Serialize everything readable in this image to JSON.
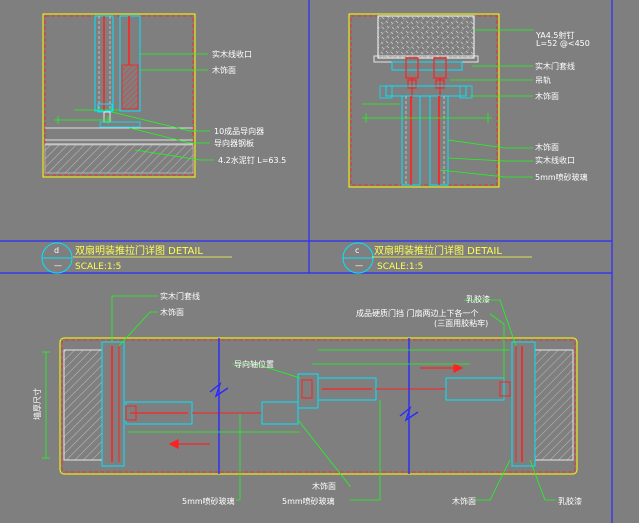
{
  "colors": {
    "background": "#7f7f7f",
    "frame_blue": "#2a2aff",
    "title_yellow": "#ffff4d",
    "border_yellow": "#ffff00",
    "border_red": "#ff2020",
    "cyan": "#00e5ff",
    "green": "#19ff19",
    "red": "#ff0000",
    "white": "#ffffff"
  },
  "detail_d": {
    "marker": "d",
    "title": "双扇明装推拉门详图  DETAIL",
    "scale": "SCALE:1:5",
    "labels": {
      "trim": "实木线收口",
      "frame": "木饰面",
      "guide": "10成品导向器",
      "plate": "导向器钢板",
      "nail": "4.2水泥钉  L=63.5"
    }
  },
  "detail_c": {
    "marker": "c",
    "title": "双扇明装推拉门详图  DETAIL",
    "scale": "SCALE:1:5",
    "labels": {
      "bolt": "YA4.5射钉",
      "spacing": "L=52 @<450",
      "jamb": "实木门套线",
      "rail": "吊轨",
      "frame_top": "木饰面",
      "frame_bottom": "木饰面",
      "trim": "实木线收口",
      "glass": "5mm喷砂玻璃"
    }
  },
  "plan": {
    "labels": {
      "jamb_left": "实木门套线",
      "frame_left": "木饰面",
      "guide_pos": "导向轴位置",
      "latex_top": "乳胶漆",
      "stopper_1": "成品硬质门挡 门扇两边上下各一个",
      "stopper_2": "(三面用胶粘牢)",
      "frame_mid": "木饰面",
      "glass_left": "5mm喷砂玻璃",
      "glass_mid": "5mm喷砂玻璃",
      "frame_right": "木饰面",
      "latex_bottom": "乳胶漆",
      "dimension": "墙厚尺寸"
    }
  }
}
